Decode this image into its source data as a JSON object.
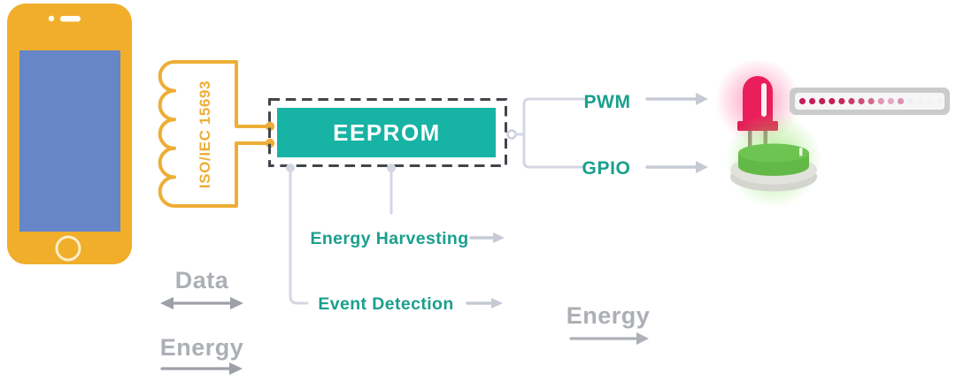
{
  "diagram": {
    "description": "NFC energy-harvesting EEPROM block diagram",
    "antenna": {
      "label": "ISO/IEC 15693",
      "icon": "nfc-coil-antenna-icon"
    },
    "phone": {
      "icon": "smartphone-icon"
    },
    "eeprom": {
      "label": "EEPROM"
    },
    "outputs": {
      "pwm": {
        "label": "PWM",
        "target_icon": "red-led-icon"
      },
      "gpio": {
        "label": "GPIO",
        "target_icon": "green-push-button-icon"
      }
    },
    "features": {
      "energy_harvesting": {
        "label": "Energy Harvesting"
      },
      "event_detection": {
        "label": "Event Detection"
      }
    },
    "legend": {
      "data": {
        "label": "Data",
        "arrow": "bidirectional"
      },
      "energy": {
        "label": "Energy",
        "arrow": "right"
      }
    },
    "energy_flow": {
      "label": "Energy",
      "arrow": "right"
    },
    "led_strip": {
      "icon": "led-dimming-strip-icon",
      "dot_count": 15,
      "dot_colors": [
        "#C21E5A",
        "#C21E5A",
        "#C21E5A",
        "#C3205B",
        "#C52760",
        "#CA3C6B",
        "#CE5078",
        "#D36A8D",
        "#DD96B4",
        "#E2ABC4",
        "#DC93B3",
        "#F2EFF1",
        "#F4F1F2",
        "#F4F1F2",
        "#F4F1F2"
      ]
    },
    "colors": {
      "phone_body_yellow": "#F0AE2B",
      "phone_screen_blue": "#6786C8",
      "antenna_yellow": "#EDAE35",
      "eeprom_teal": "#17B3A4",
      "eeprom_text": "#FFFFFF",
      "dashed_border_gray": "#40464B",
      "teal_label": "#1A9F8D",
      "connector_lavender": "#D4D7E3",
      "gray_label": "#ACAFB4",
      "gray_arrow": "#9DA1A7",
      "led_red": "#EA1E5B",
      "led_glow_pink": "#FF5C93",
      "button_green": "#6CC451",
      "button_glow_green": "#8CE35F",
      "strip_frame_gray": "#CBCBCB"
    }
  }
}
